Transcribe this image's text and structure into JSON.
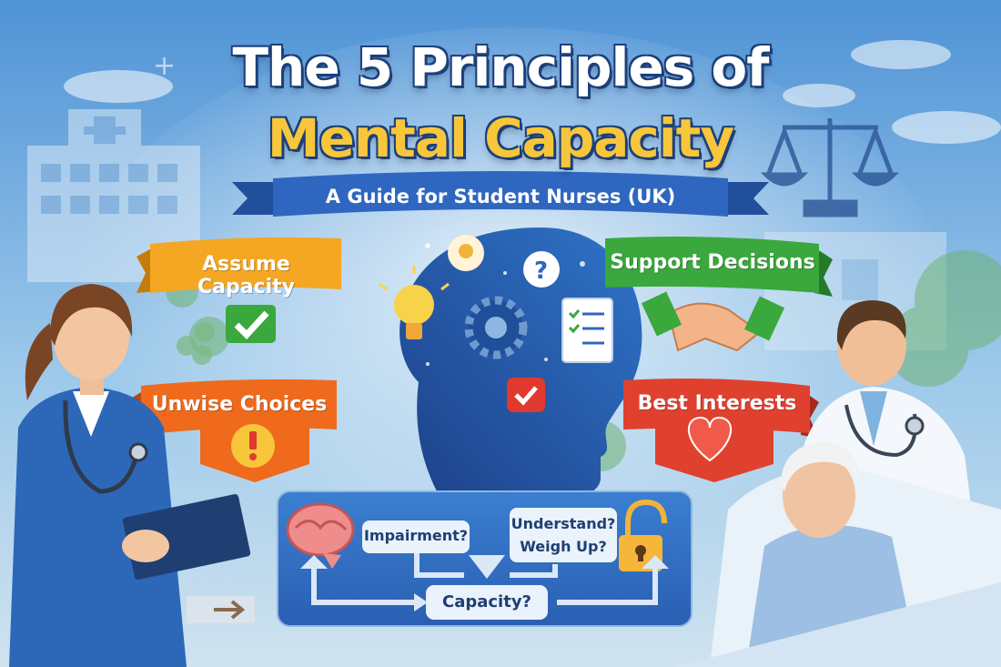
{
  "title": {
    "line1": "The 5 Principles of",
    "line2": "Mental Capacity",
    "subtitle": "A Guide for Student Nurses (UK)"
  },
  "principles": [
    {
      "label": "Assume Capacity",
      "color": "#f5a623",
      "icon": "check-icon"
    },
    {
      "label": "Support Decisions",
      "color": "#3aa83d",
      "icon": "handshake-icon"
    },
    {
      "label": "Unwise Choices",
      "color": "#ef6a1c",
      "icon": "exclamation-icon"
    },
    {
      "label": "Best Interests",
      "color": "#e0412f",
      "icon": "heart-icon"
    }
  ],
  "flow": {
    "step1": "Impairment?",
    "step2_line1": "Understand?",
    "step2_line2": "Weigh Up?",
    "result": "Capacity?"
  },
  "colors": {
    "title_yellow": "#f7c63b",
    "title_outline": "#1d3f7a",
    "banner_blue": "#2f67c0",
    "flow_panel": "#2f6fc4"
  }
}
